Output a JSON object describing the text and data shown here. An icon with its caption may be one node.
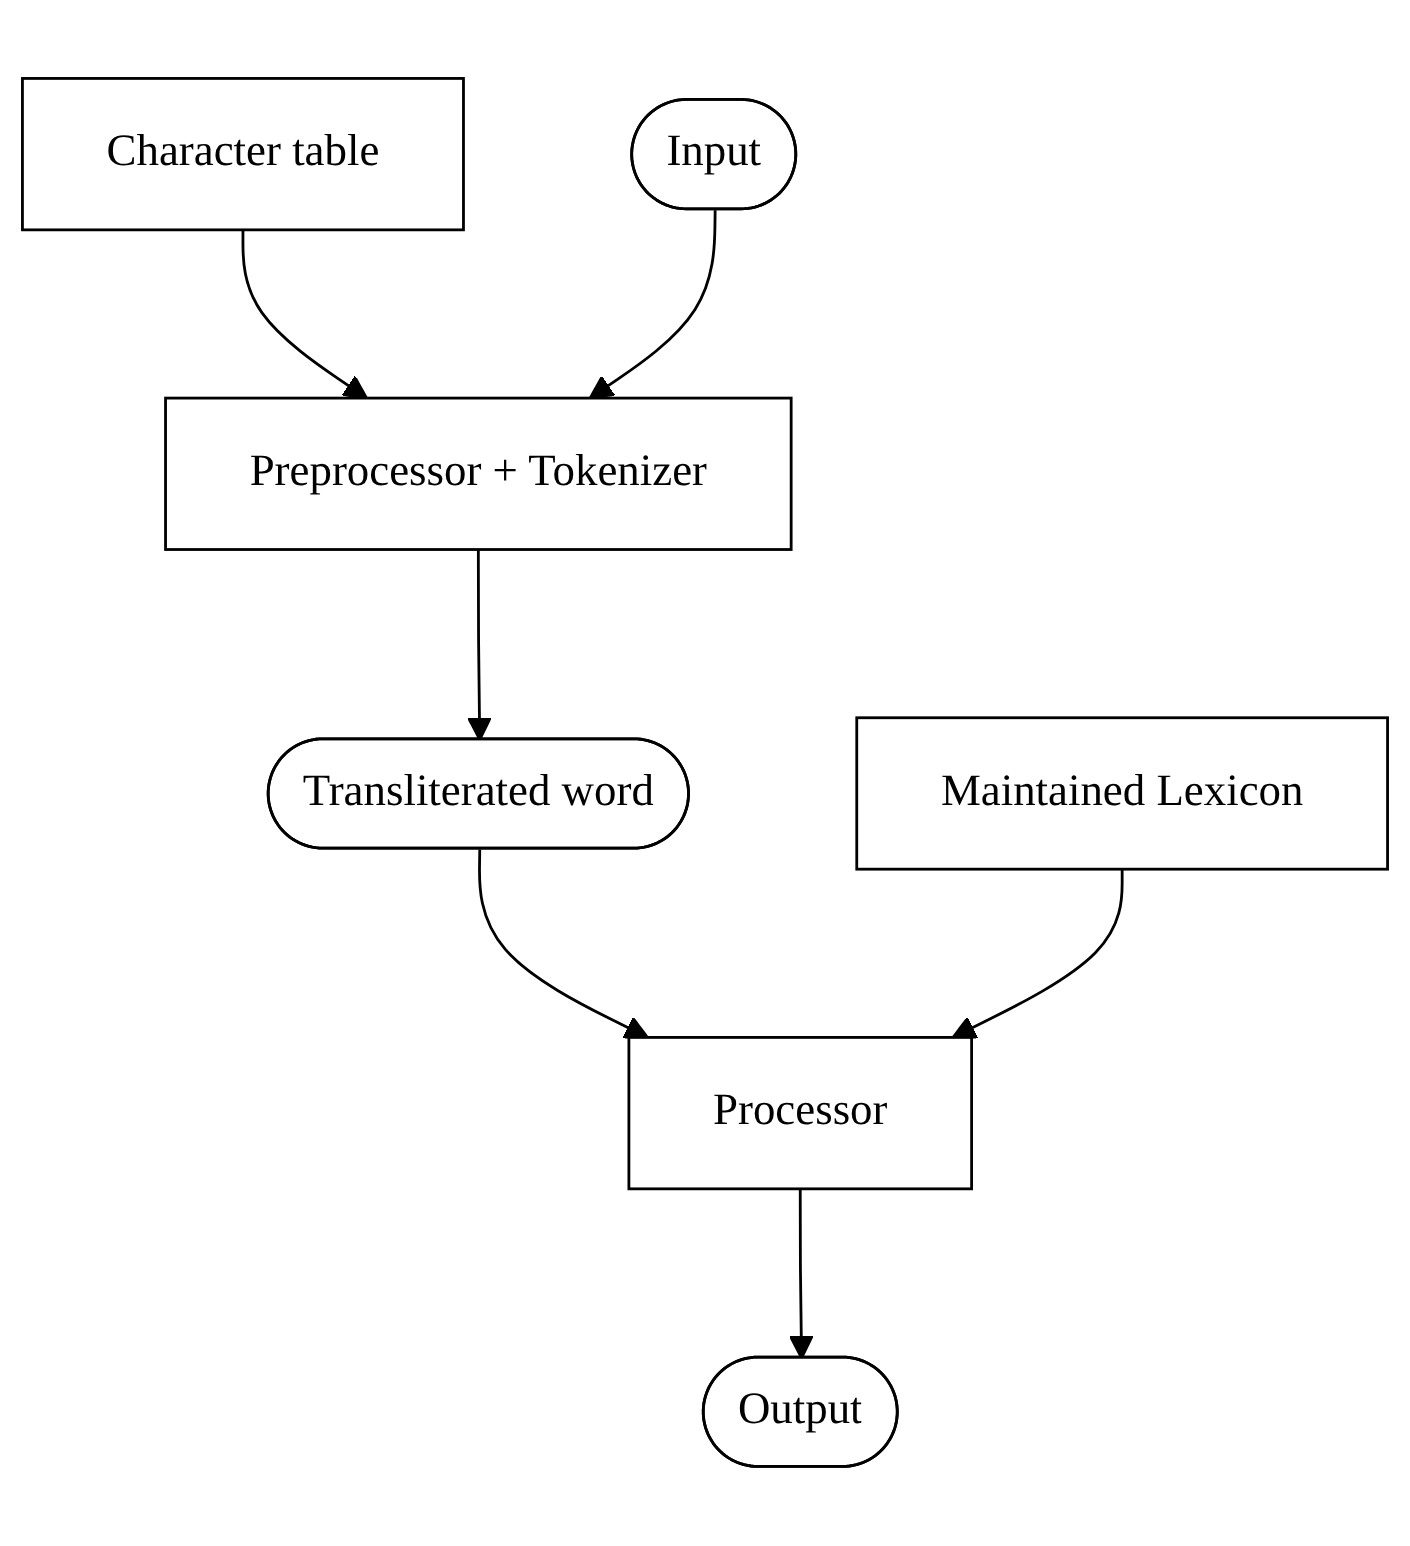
{
  "diagram": {
    "nodes": [
      {
        "text": [
          "Character table"
        ]
      },
      {
        "text": [
          "Input"
        ]
      },
      {
        "text": [
          "Preprocessor + Tokenizer"
        ]
      },
      {
        "text": [
          "Transliterated word"
        ]
      },
      {
        "text": [
          "Maintained Lexicon"
        ]
      },
      {
        "text": [
          "Processor"
        ]
      },
      {
        "text": [
          "Output"
        ]
      }
    ],
    "edges": [
      {
        "from": 0,
        "to": 2,
        "arrow": "to"
      },
      {
        "from": 1,
        "to": 2,
        "arrow": "to"
      },
      {
        "from": 2,
        "to": 3,
        "arrow": "to"
      },
      {
        "from": 3,
        "to": 5,
        "arrow": "to"
      },
      {
        "from": 4,
        "to": 5,
        "arrow": "to"
      },
      {
        "from": 5,
        "to": 6,
        "arrow": "to"
      }
    ]
  }
}
